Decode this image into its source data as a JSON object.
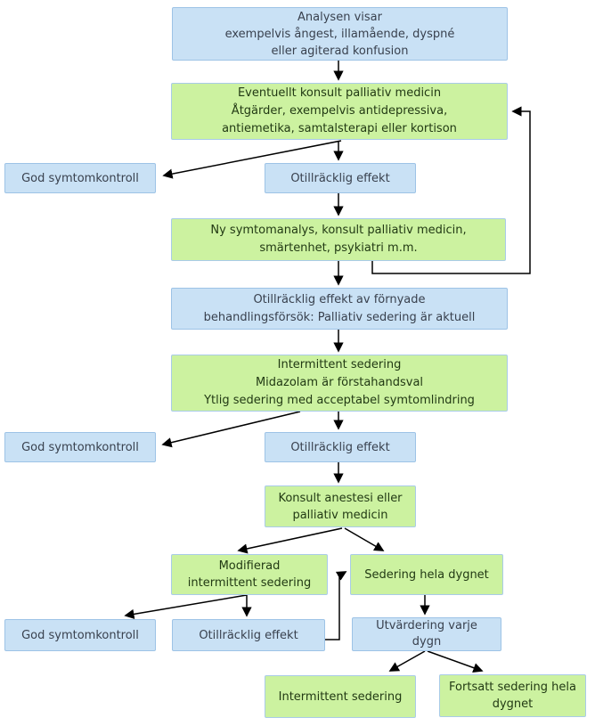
{
  "diagram": {
    "colors": {
      "blue_fill": "#c9e1f5",
      "blue_border": "#9dc3e6",
      "green_fill": "#ccf2a0",
      "green_border": "#a9cbe8",
      "blue_text": "#39414e",
      "green_text": "#223a14",
      "arrow": "#000000"
    },
    "nodes": {
      "analysis": {
        "text": "Analysen visar\nexempelvis ångest, illamående, dyspné\neller agiterad konfusion"
      },
      "konsult1": {
        "text": "Eventuellt konsult palliativ medicin\nÅtgärder, exempelvis antidepressiva,\nantiemetika, samtalsterapi eller kortison"
      },
      "god1": {
        "text": "God symtomkontroll"
      },
      "otillracklig1": {
        "text": "Otillräcklig effekt"
      },
      "ny_symtomanalys": {
        "text": "Ny symtomanalys, konsult palliativ medicin,\nsmärtenhet, psykiatri m.m."
      },
      "fornyade": {
        "text": "Otillräcklig effekt av förnyade\nbehandlingsförsök: Palliativ sedering är aktuell"
      },
      "intermittent1": {
        "text": "Intermittent sedering\nMidazolam är förstahandsval\nYtlig sedering med acceptabel symtomlindring"
      },
      "god2": {
        "text": "God symtomkontroll"
      },
      "otillracklig2": {
        "text": "Otillräcklig effekt"
      },
      "konsult2": {
        "text": "Konsult anestesi eller\npalliativ medicin"
      },
      "modifierad": {
        "text": "Modifierad\nintermittent sedering"
      },
      "sedering_dygnet": {
        "text": "Sedering hela dygnet"
      },
      "god3": {
        "text": "God symtomkontroll"
      },
      "otillracklig3": {
        "text": "Otillräcklig effekt"
      },
      "utvardering": {
        "text": "Utvärdering varje\ndygn"
      },
      "intermittent2": {
        "text": "Intermittent sedering"
      },
      "fortsatt": {
        "text": "Fortsatt sedering hela\ndygnet"
      }
    }
  }
}
